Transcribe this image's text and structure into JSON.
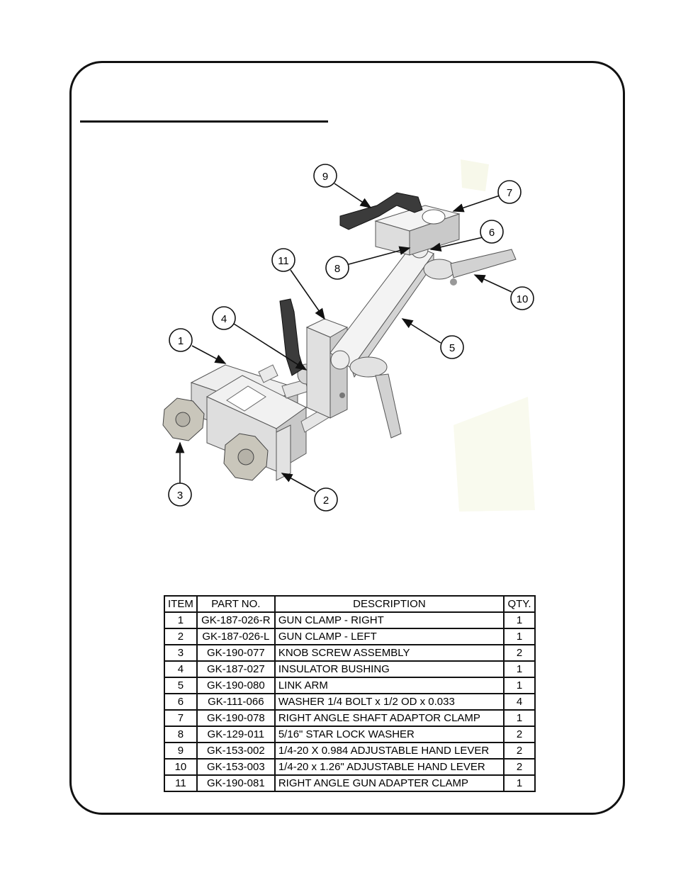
{
  "parts_table": {
    "headers": {
      "item": "ITEM",
      "part_no": "PART NO.",
      "description": "DESCRIPTION",
      "qty": "QTY."
    },
    "rows": [
      {
        "item": "1",
        "part_no": "GK-187-026-R",
        "description": "GUN CLAMP - RIGHT",
        "qty": "1"
      },
      {
        "item": "2",
        "part_no": "GK-187-026-L",
        "description": "GUN CLAMP - LEFT",
        "qty": "1"
      },
      {
        "item": "3",
        "part_no": "GK-190-077",
        "description": "KNOB SCREW ASSEMBLY",
        "qty": "2"
      },
      {
        "item": "4",
        "part_no": "GK-187-027",
        "description": "INSULATOR BUSHING",
        "qty": "1"
      },
      {
        "item": "5",
        "part_no": "GK-190-080",
        "description": "LINK ARM",
        "qty": "1"
      },
      {
        "item": "6",
        "part_no": "GK-111-066",
        "description": "WASHER 1/4 BOLT x 1/2 OD x 0.033",
        "qty": "4"
      },
      {
        "item": "7",
        "part_no": "GK-190-078",
        "description": "RIGHT ANGLE SHAFT ADAPTOR CLAMP",
        "qty": "1"
      },
      {
        "item": "8",
        "part_no": "GK-129-011",
        "description": "5/16\" STAR LOCK WASHER",
        "qty": "2"
      },
      {
        "item": "9",
        "part_no": "GK-153-002",
        "description": "1/4-20 X 0.984 ADJUSTABLE HAND LEVER",
        "qty": "2"
      },
      {
        "item": "10",
        "part_no": "GK-153-003",
        "description": "1/4-20 x 1.26\" ADJUSTABLE HAND LEVER",
        "qty": "2"
      },
      {
        "item": "11",
        "part_no": "GK-190-081",
        "description": "RIGHT ANGLE GUN ADAPTER CLAMP",
        "qty": "1"
      }
    ]
  },
  "balloons": [
    "1",
    "2",
    "3",
    "4",
    "5",
    "6",
    "7",
    "8",
    "9",
    "10",
    "11"
  ]
}
